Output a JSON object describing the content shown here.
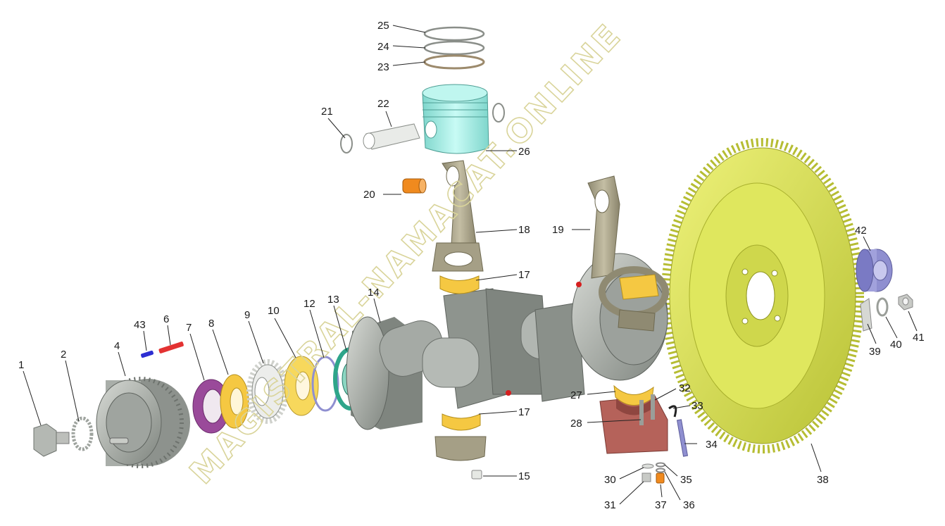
{
  "watermark": "MAGISTRAL-NAMACAT.ONLINE",
  "colors": {
    "flywheel": "#d9e35a",
    "piston": "#a6f0e8",
    "conrod": "#a59f86",
    "crank": "#9aa19a",
    "bearing": "#f5c842",
    "bush": "#f08a1e",
    "seal": "#9a4a9a",
    "ring": "#2ea58a",
    "cap": "#b5625a",
    "sleeve": "#8f8fd0"
  },
  "callouts": [
    {
      "id": "c1",
      "label": "1"
    },
    {
      "id": "c2",
      "label": "2"
    },
    {
      "id": "c4",
      "label": "4"
    },
    {
      "id": "c43",
      "label": "43"
    },
    {
      "id": "c6",
      "label": "6"
    },
    {
      "id": "c7",
      "label": "7"
    },
    {
      "id": "c8",
      "label": "8"
    },
    {
      "id": "c9",
      "label": "9"
    },
    {
      "id": "c10",
      "label": "10"
    },
    {
      "id": "c12",
      "label": "12"
    },
    {
      "id": "c13",
      "label": "13"
    },
    {
      "id": "c14",
      "label": "14"
    },
    {
      "id": "c15",
      "label": "15"
    },
    {
      "id": "c17a",
      "label": "17"
    },
    {
      "id": "c17b",
      "label": "17"
    },
    {
      "id": "c18",
      "label": "18"
    },
    {
      "id": "c19",
      "label": "19"
    },
    {
      "id": "c20",
      "label": "20"
    },
    {
      "id": "c21",
      "label": "21"
    },
    {
      "id": "c22",
      "label": "22"
    },
    {
      "id": "c23",
      "label": "23"
    },
    {
      "id": "c24",
      "label": "24"
    },
    {
      "id": "c25",
      "label": "25"
    },
    {
      "id": "c26",
      "label": "26"
    },
    {
      "id": "c27",
      "label": "27"
    },
    {
      "id": "c28",
      "label": "28"
    },
    {
      "id": "c30",
      "label": "30"
    },
    {
      "id": "c31",
      "label": "31"
    },
    {
      "id": "c32",
      "label": "32"
    },
    {
      "id": "c33",
      "label": "33"
    },
    {
      "id": "c34",
      "label": "34"
    },
    {
      "id": "c35",
      "label": "35"
    },
    {
      "id": "c36",
      "label": "36"
    },
    {
      "id": "c37",
      "label": "37"
    },
    {
      "id": "c38",
      "label": "38"
    },
    {
      "id": "c39",
      "label": "39"
    },
    {
      "id": "c40",
      "label": "40"
    },
    {
      "id": "c41",
      "label": "41"
    },
    {
      "id": "c42",
      "label": "42"
    }
  ]
}
